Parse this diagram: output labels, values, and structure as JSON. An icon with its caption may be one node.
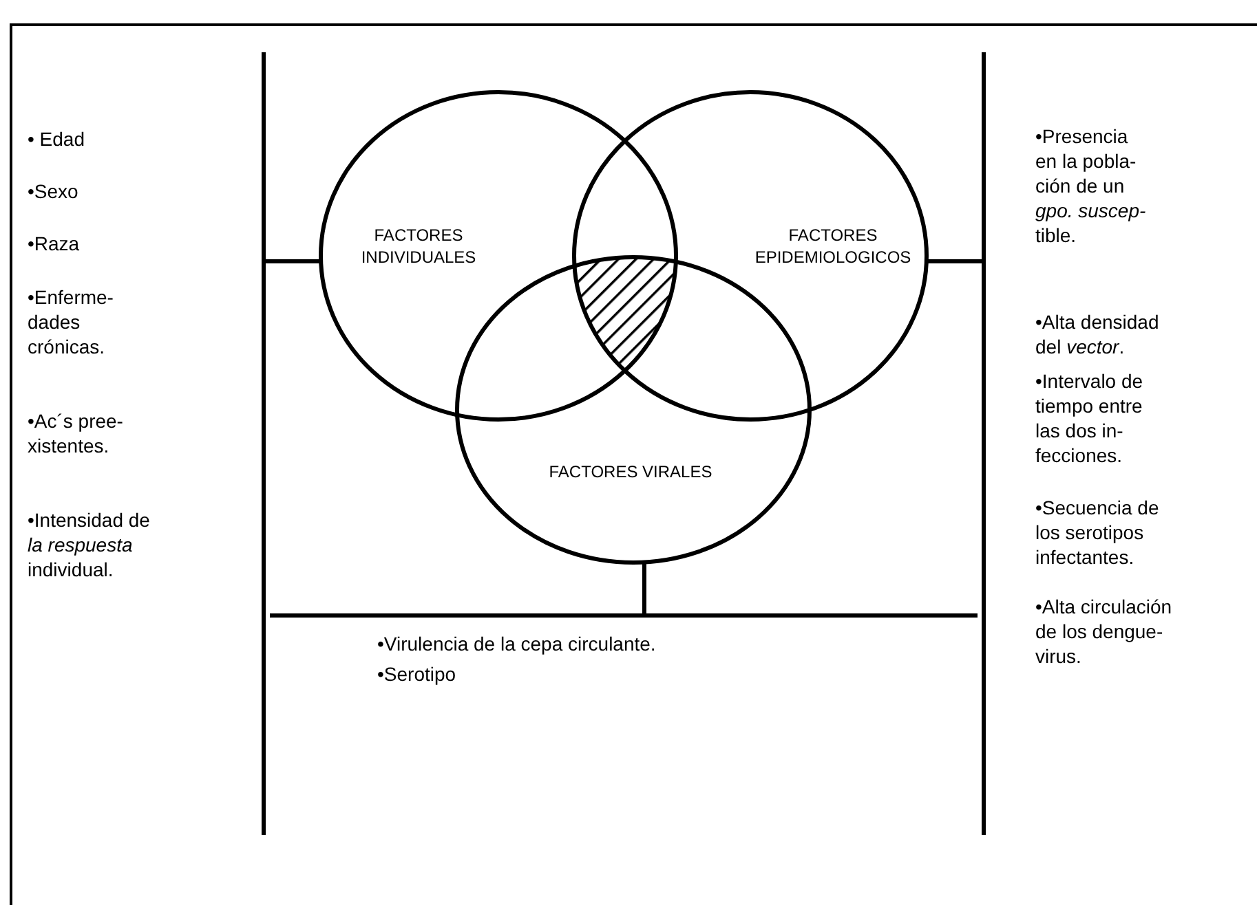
{
  "diagram": {
    "nodes": [
      {
        "text": [
          "FACTORES INDIVIDUALES"
        ]
      },
      {
        "text": [
          "FACTORES EPIDEMIOLOGICOS"
        ]
      },
      {
        "text": [
          "FACTORES VIRALES"
        ]
      },
      {
        "text": [
          "• Edad",
          "•Sexo",
          "•Raza",
          "•Enferme- dades crónicas.",
          "•Ac´s pree- xistentes.",
          "•Intensidad de *la respuesta* individual."
        ]
      },
      {
        "text": [
          "•Presencia en la pobla- ción de un *gpo. suscep-* tible.",
          "•Alta densidad del *vector*.",
          "•Intervalo de tiempo entre las dos in- fecciones.",
          "•Secuencia de los serotipos infectantes.",
          "•Alta circulación de los dengue- virus."
        ]
      },
      {
        "text": [
          "•Virulencia de la cepa circulante.",
          "•Serotipo"
        ]
      },
      {
        "text": [],
        "shape": "lens"
      }
    ],
    "edges": [
      {
        "from": 0,
        "to": 3,
        "arrow": "none"
      },
      {
        "from": 1,
        "to": 4,
        "arrow": "none"
      },
      {
        "from": 2,
        "to": 5,
        "arrow": "none"
      }
    ]
  }
}
